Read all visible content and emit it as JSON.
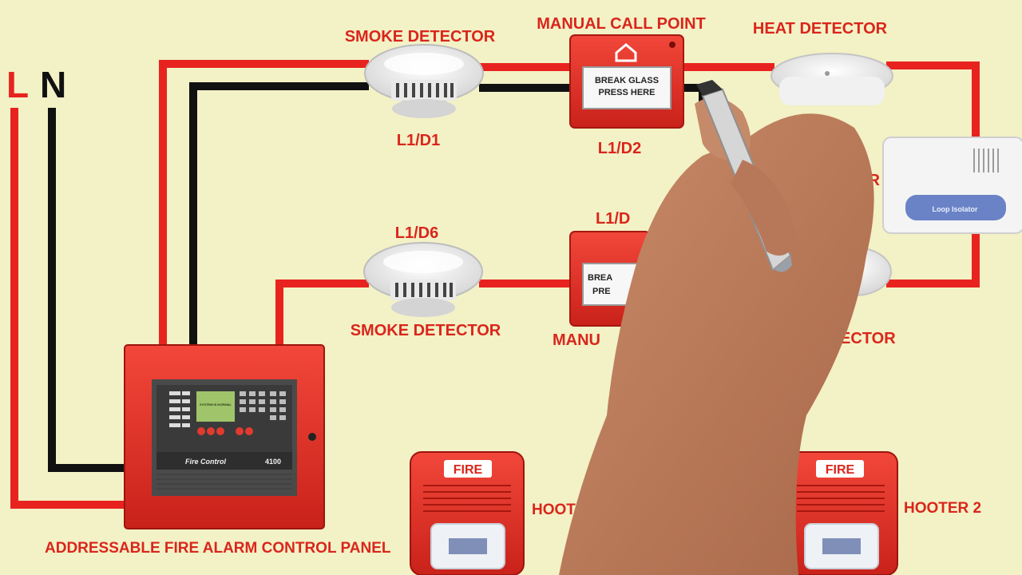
{
  "supply": {
    "live": "L",
    "neutral": "N"
  },
  "labels": {
    "smoke_detector_top": "SMOKE DETECTOR",
    "manual_call_point_top": "MANUAL CALL POINT",
    "heat_detector_top": "HEAT DETECTOR",
    "addr_d1": "L1/D1",
    "addr_d2": "L1/D2",
    "addr_d6": "L1/D6",
    "addr_d5_partial": "L1/D",
    "isolator_partial": "OR",
    "smoke_detector_bottom": "SMOKE DETECTOR",
    "manual_bottom_partial": "MANU",
    "heat_bottom_partial": "ECTOR",
    "panel_caption": "ADDRESSABLE FIRE ALARM CONTROL PANEL",
    "hooter1_partial": "HOOT",
    "hooter2": "HOOTER 2"
  },
  "devices": {
    "call_point_text_line1": "BREAK GLASS",
    "call_point_text_line2": "PRESS HERE",
    "call_point_bottom_partial_1": "BREA",
    "call_point_bottom_partial_2": "PRE",
    "panel_brand": "Fire Control",
    "panel_model": "4100",
    "panel_screen_text": "SYSTEM IS NORMAL",
    "isolator_label": "Loop Isolator",
    "hooter_badge": "FIRE"
  },
  "colors": {
    "background": "#f3f1c6",
    "wire_live": "#e8231f",
    "wire_neutral": "#111111",
    "label_red": "#d9261c",
    "panel_red": "#e23a2e"
  }
}
